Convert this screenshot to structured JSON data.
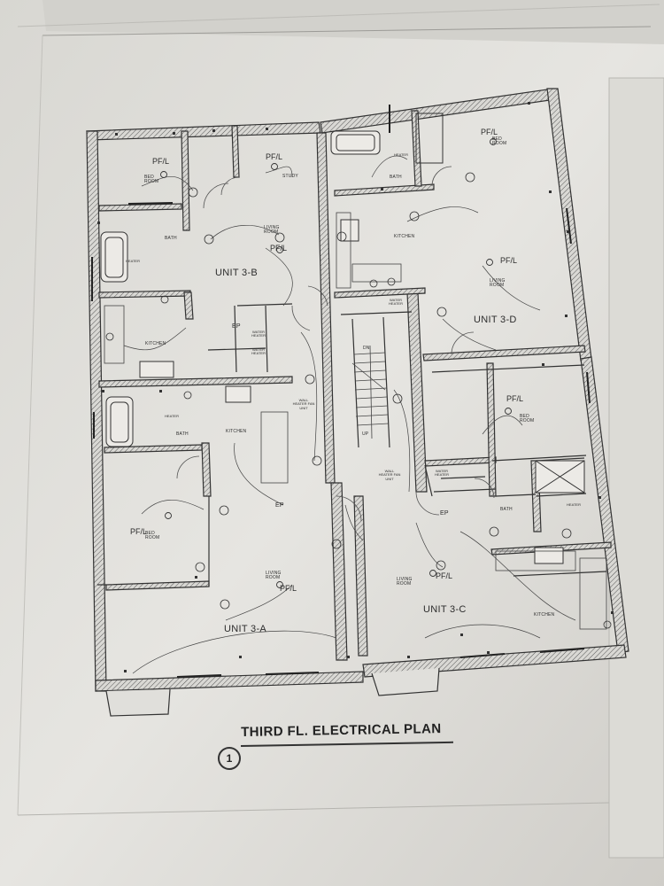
{
  "plan": {
    "title": "THIRD FL. ELECTRICAL PLAN",
    "title_number": "1",
    "units": [
      "UNIT 3-B",
      "UNIT 3-D",
      "UNIT 3-A",
      "UNIT 3-C"
    ],
    "rooms": {
      "bed_room": "BED ROOM",
      "study": "STUDY",
      "living_room": "LIVING ROOM",
      "bath": "BATH",
      "kitchen": "KITCHEN",
      "water_heater": "WATER HEATER",
      "wall_heater_fan_unit": "WALL HEATER FAN UNIT",
      "heater": "HEATER",
      "dn": "DN",
      "up": "UP",
      "ep": "EP"
    },
    "fixture_label": "PF/L"
  }
}
